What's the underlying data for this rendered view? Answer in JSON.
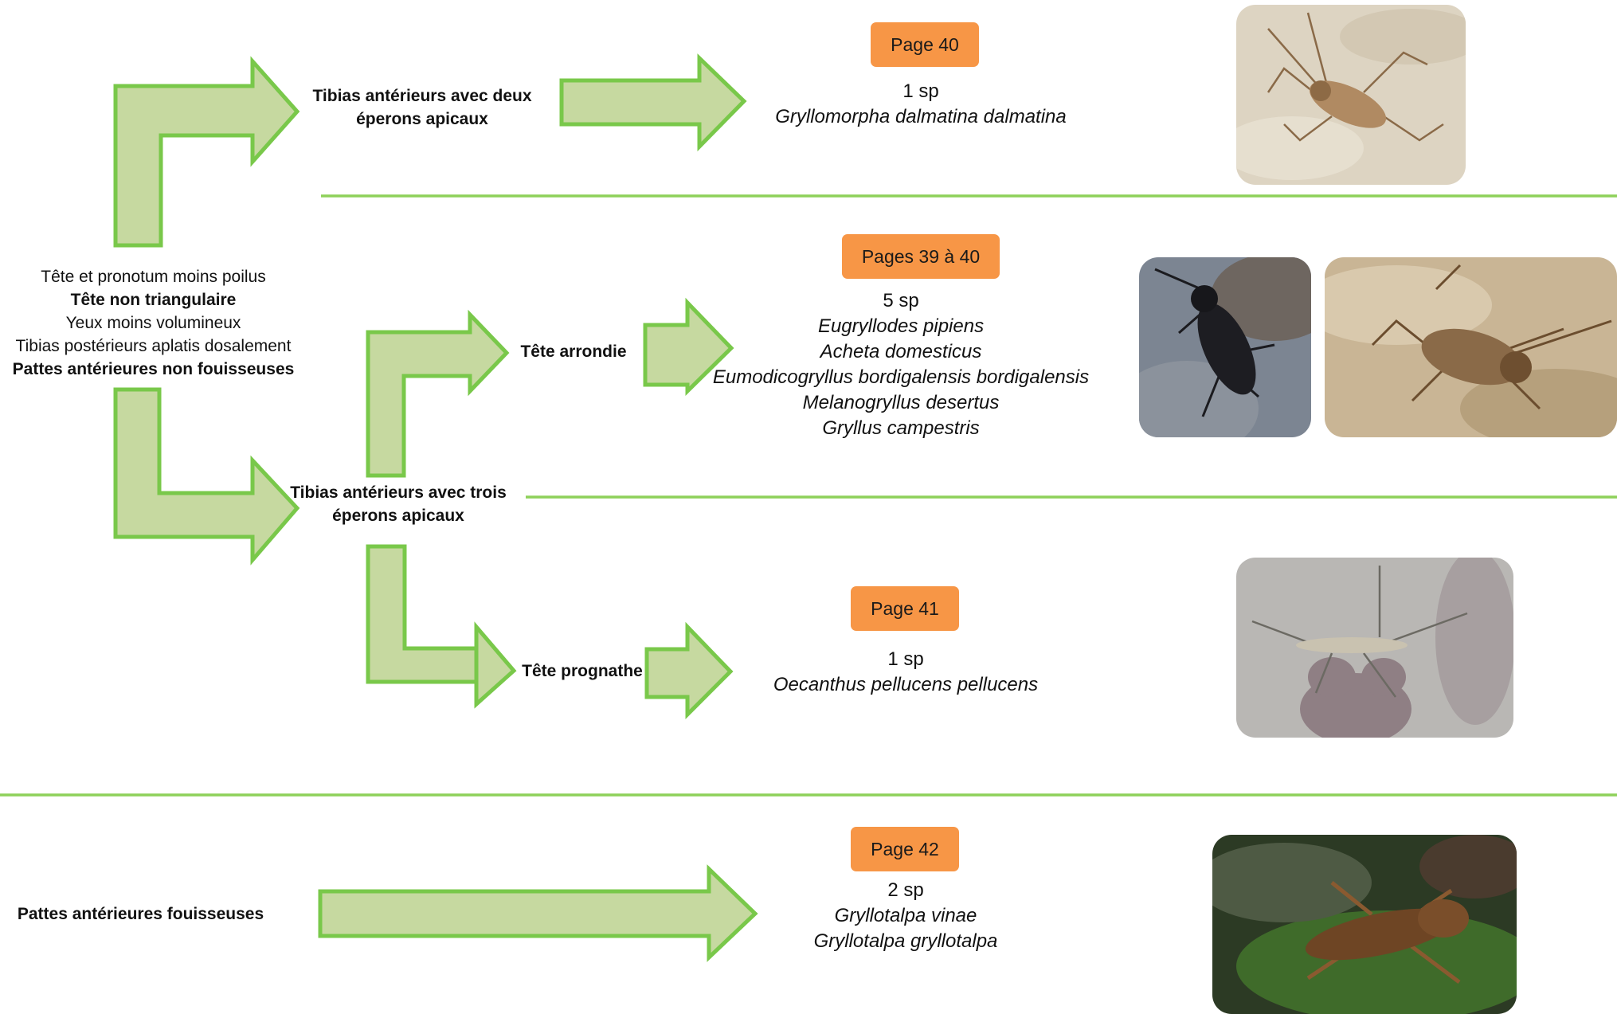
{
  "criteria": {
    "group_non_burrowing": [
      "Tête et pronotum moins poilus",
      "Tête non triangulaire",
      "Yeux moins volumineux",
      "Tibias postérieurs aplatis dosalement",
      "Pattes  antérieures non fouisseuses"
    ],
    "burrowing": "Pattes antérieures fouisseuses",
    "two_spurs": [
      "Tibias antérieurs avec deux",
      "éperons apicaux"
    ],
    "three_spurs": [
      "Tibias antérieurs avec trois",
      "éperons apicaux"
    ],
    "round_head": "Tête arrondie",
    "prognathous_head": "Tête prognathe"
  },
  "results": [
    {
      "page": "Page 40",
      "count": "1 sp",
      "species": [
        "Gryllomorpha dalmatina dalmatina"
      ]
    },
    {
      "page": "Pages 39 à 40",
      "count": "5 sp",
      "species": [
        "Eugryllodes pipiens",
        "Acheta domesticus",
        "Eumodicogryllus bordigalensis bordigalensis",
        "Melanogryllus desertus",
        "Gryllus campestris"
      ]
    },
    {
      "page": "Page 41",
      "count": "1 sp",
      "species": [
        "Oecanthus pellucens pellucens"
      ]
    },
    {
      "page": "Page 42",
      "count": "2 sp",
      "species": [
        "Gryllotalpa vinae",
        "Gryllotalpa gryllotalpa"
      ]
    }
  ],
  "photos": [
    {
      "subject": "pale-cricket-on-sand"
    },
    {
      "subject": "black-cricket-on-rock"
    },
    {
      "subject": "brown-cricket-on-soil"
    },
    {
      "subject": "tree-cricket-on-flower"
    },
    {
      "subject": "mole-cricket-on-leaf"
    }
  ],
  "colors": {
    "arrow_fill": "#c6d9a0",
    "arrow_stroke": "#79c84a",
    "separator": "#8ed15a",
    "badge": "#f79646"
  }
}
